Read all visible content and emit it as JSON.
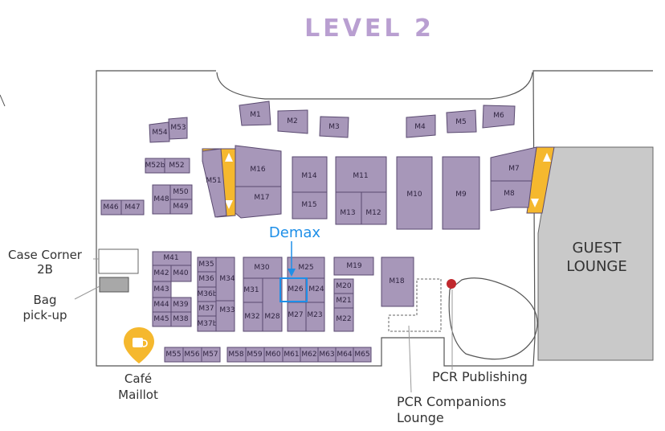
{
  "title": "LEVEL 2",
  "colors": {
    "title": "#b99fd1",
    "booth_fill": "#a797b9",
    "booth_stroke": "#5a4a70",
    "ramp": "#f5b82e",
    "lounge": "#c9c9c9",
    "highlight": "#1e8fe8",
    "pin": "#c0282d"
  },
  "highlight": {
    "label": "Demax",
    "booth": "M26"
  },
  "areas": {
    "guest_lounge": [
      "GUEST",
      "LOUNGE"
    ],
    "case_corner": [
      "Case Corner",
      "2B"
    ],
    "bag_pickup": [
      "Bag",
      "pick-up"
    ],
    "cafe": [
      "Café",
      "Maillot"
    ],
    "pcr_publishing": "PCR Publishing",
    "pcr_companions": [
      "PCR Companions",
      "Lounge"
    ]
  },
  "icons": {
    "cafe": "coffee-cup-pin-icon",
    "pcr_publishing": "location-dot-icon",
    "ramps": "escalator-arrow-icon"
  },
  "booths": {
    "M1": "M1",
    "M2": "M2",
    "M3": "M3",
    "M4": "M4",
    "M5": "M5",
    "M6": "M6",
    "M7": "M7",
    "M8": "M8",
    "M10": "M10",
    "M9": "M9",
    "M11": "M11",
    "M12": "M12",
    "M13": "M13",
    "M14": "M14",
    "M15": "M15",
    "M16": "M16",
    "M17": "M17",
    "M51": "M51",
    "M52b": "M52b",
    "M52": "M52",
    "M53": "M53",
    "M54": "M54",
    "M48": "M48",
    "M50": "M50",
    "M49": "M49",
    "M46": "M46",
    "M47": "M47",
    "M41": "M41",
    "M42": "M42",
    "M40": "M40",
    "M43": "M43",
    "M44": "M44",
    "M39": "M39",
    "M45": "M45",
    "M38": "M38",
    "M35": "M35",
    "M36": "M36",
    "M34": "M34",
    "M36b": "M36b",
    "M37": "M37",
    "M33": "M33",
    "M37b": "M37b",
    "M30": "M30",
    "M31": "M31",
    "M32": "M32",
    "M28": "M28",
    "M25": "M25",
    "M26": "M26",
    "M24": "M24",
    "M27": "M27",
    "M23": "M23",
    "M19": "M19",
    "M20": "M20",
    "M21": "M21",
    "M22": "M22",
    "M18": "M18",
    "M55": "M55",
    "M56": "M56",
    "M57": "M57",
    "M58": "M58",
    "M59": "M59",
    "M60": "M60",
    "M61": "M61",
    "M62": "M62",
    "M63": "M63",
    "M64": "M64",
    "M65": "M65"
  }
}
